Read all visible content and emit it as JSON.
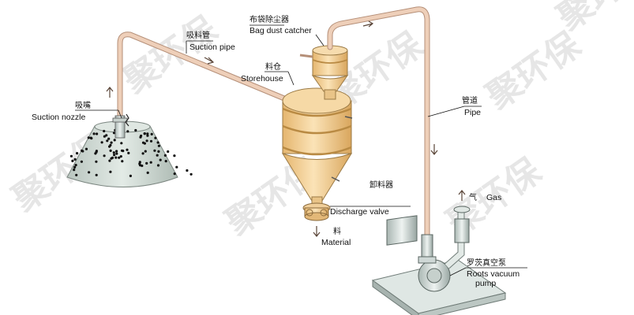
{
  "labels": {
    "suction_nozzle_zh": "吸嘴",
    "suction_nozzle_en": "Suction nozzle",
    "suction_pipe_zh": "吸料管",
    "suction_pipe_en": "Suction pipe",
    "storehouse_zh": "料仓",
    "storehouse_en": "Storehouse",
    "bag_catcher_zh": "布袋除尘器",
    "bag_catcher_en": "Bag dust catcher",
    "pipe_zh": "管道",
    "pipe_en": "Pipe",
    "discharge_zh": "卸料器",
    "discharge_en": "Discharge valve",
    "material_zh": "料",
    "material_en": "Material",
    "gas_zh": "气",
    "gas_en": "Gas",
    "pump_zh": "罗茨真空泵",
    "pump_en_1": "Roots vacuum",
    "pump_en_2": "pump"
  },
  "watermark": "聚环保",
  "colors": {
    "pipe": "#e8c7b0",
    "pipe_edge": "#b58f78",
    "tank": "#f2cf95",
    "tank_band": "#b98a43",
    "pile": "#cfd8d2",
    "machine": "#cfd8d6"
  }
}
